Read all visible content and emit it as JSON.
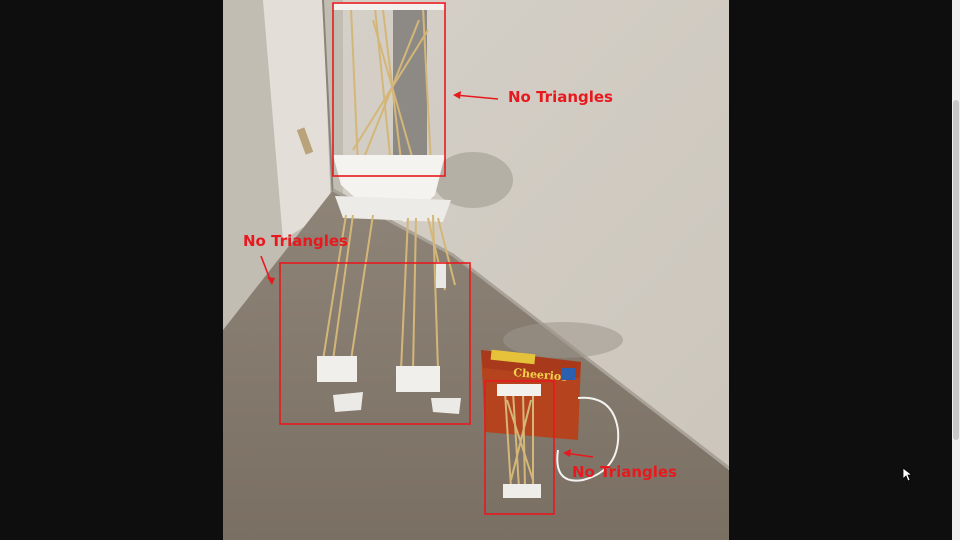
{
  "annotations": [
    {
      "label": "No Triangles"
    },
    {
      "label": "No Triangles"
    },
    {
      "label": "No Triangles"
    }
  ],
  "cereal_box": {
    "brand": "Cheerios"
  },
  "colors": {
    "annotation": "#e8191e",
    "wall": "#d9d4cc",
    "carpet": "#8b7f72",
    "viewer_background": "#0e0e0e"
  },
  "icons": {
    "cursor": "mouse-pointer-icon"
  }
}
